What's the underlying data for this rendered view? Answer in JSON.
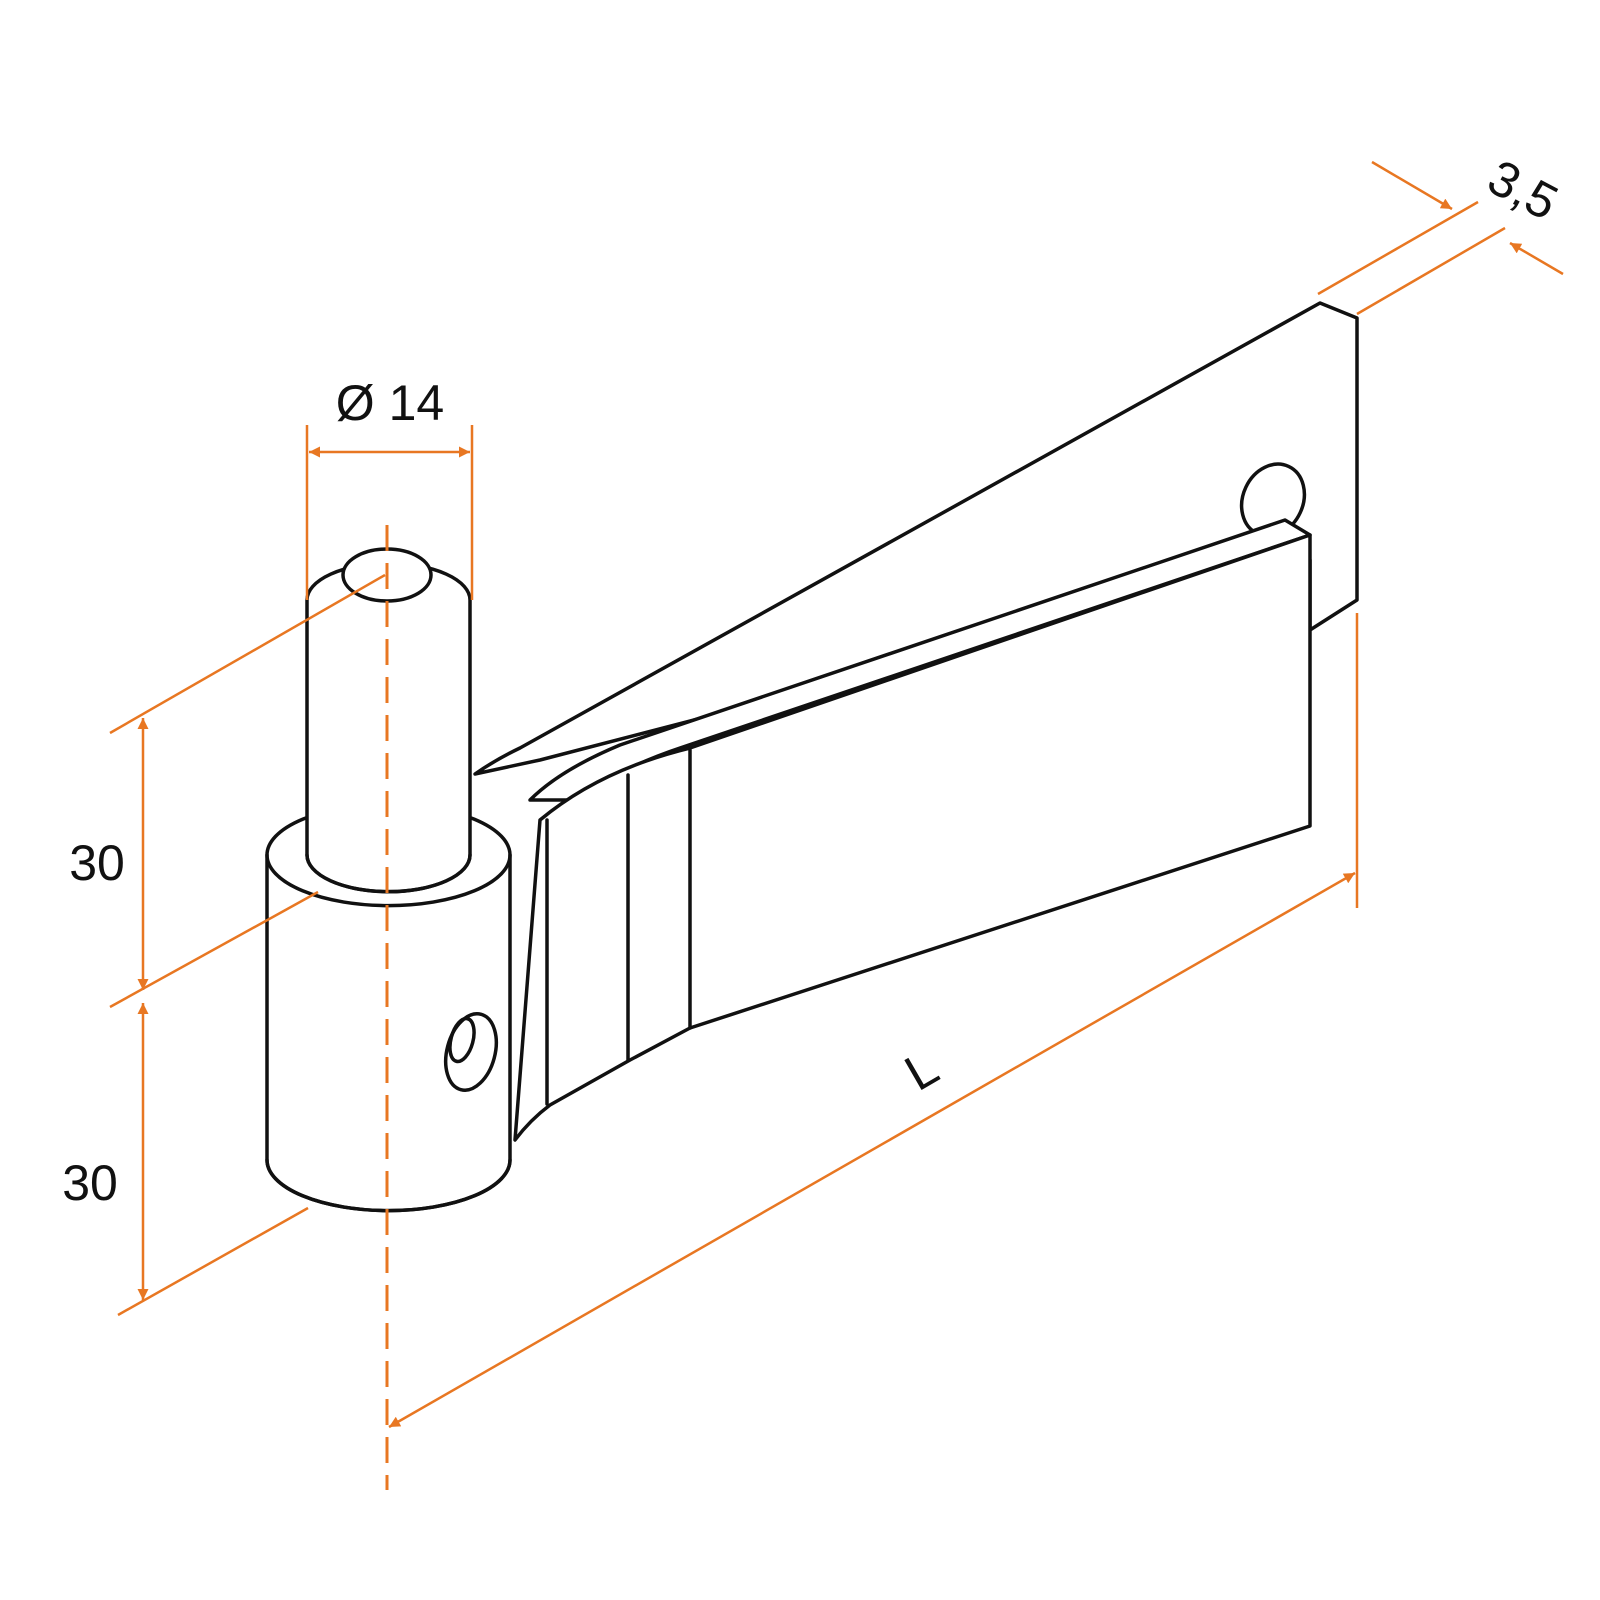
{
  "colors": {
    "dimension": "#E87722",
    "outline": "#111111",
    "background": "#ffffff"
  },
  "dimensions": {
    "pin_diameter": "Ø 14",
    "pin_height": "30",
    "knuckle_height": "30",
    "strap_length": "L",
    "strap_thickness": "3,5"
  }
}
